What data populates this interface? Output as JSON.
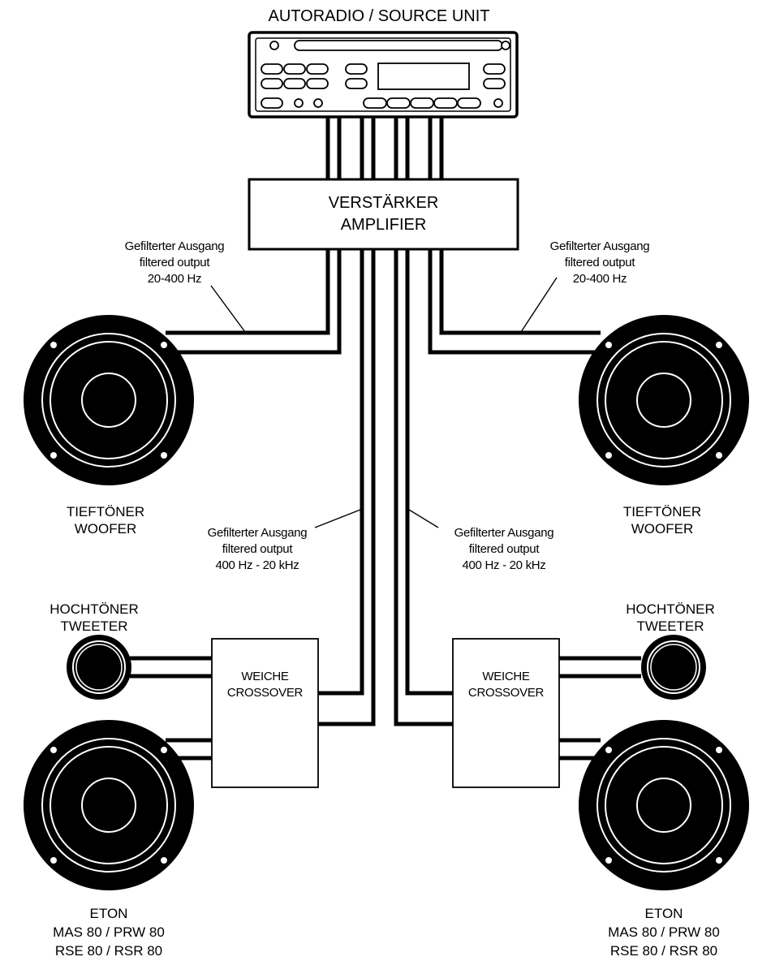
{
  "source_unit": {
    "title": "AUTORADIO / SOURCE UNIT"
  },
  "amplifier": {
    "line1": "VERSTÄRKER",
    "line2": "AMPLIFIER"
  },
  "woofer_output": {
    "line1": "Gefilterter Ausgang",
    "line2": "filtered output",
    "line3": "20-400 Hz"
  },
  "tweeter_output": {
    "line1": "Gefilterter Ausgang",
    "line2": "filtered output",
    "line3": "400 Hz - 20 kHz"
  },
  "woofer": {
    "line1": "TIEFTÖNER",
    "line2": "WOOFER"
  },
  "tweeter": {
    "line1": "HOCHTÖNER",
    "line2": "TWEETER"
  },
  "crossover": {
    "line1": "WEICHE",
    "line2": "CROSSOVER"
  },
  "midbass": {
    "line1": "ETON",
    "line2": "MAS 80 / PRW 80",
    "line3": "RSE 80 / RSR 80"
  },
  "colors": {
    "ink": "#000000",
    "paper": "#ffffff"
  },
  "icons": [
    "radio-icon",
    "amplifier-box",
    "woofer-speaker-icon",
    "tweeter-icon",
    "crossover-box"
  ]
}
